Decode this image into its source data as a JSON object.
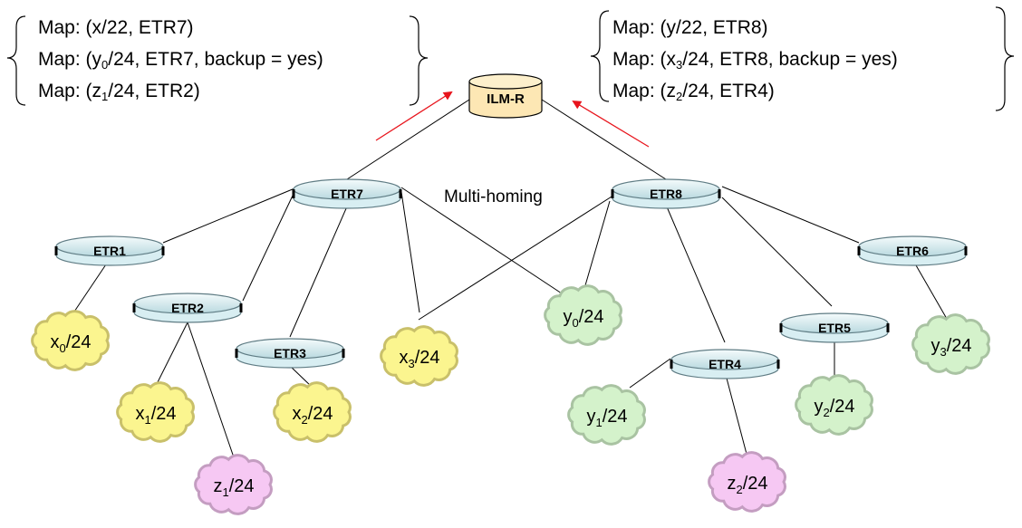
{
  "resolver": {
    "label": "ILM-R"
  },
  "annotation": "Multi-homing",
  "map_left": [
    {
      "pre": "Map: (x",
      "sub": "",
      "post": "/22, ETR7)"
    },
    {
      "pre": "Map: (y",
      "sub": "0",
      "post": "/24, ETR7, backup = yes)"
    },
    {
      "pre": "Map: (z",
      "sub": "1",
      "post": "/24, ETR2)"
    }
  ],
  "map_right": [
    {
      "pre": "Map: (y",
      "sub": "",
      "post": "/22, ETR8)"
    },
    {
      "pre": "Map: (x",
      "sub": "3",
      "post": "/24, ETR8, backup = yes)"
    },
    {
      "pre": "Map: (z",
      "sub": "2",
      "post": "/24, ETR4)"
    }
  ],
  "routers": [
    "ETR1",
    "ETR2",
    "ETR3",
    "ETR4",
    "ETR5",
    "ETR6",
    "ETR7",
    "ETR8"
  ],
  "prefixes": [
    {
      "base": "x",
      "sub": "0",
      "suffix": "/24",
      "color": "yellow"
    },
    {
      "base": "x",
      "sub": "1",
      "suffix": "/24",
      "color": "yellow"
    },
    {
      "base": "x",
      "sub": "2",
      "suffix": "/24",
      "color": "yellow"
    },
    {
      "base": "x",
      "sub": "3",
      "suffix": "/24",
      "color": "yellow"
    },
    {
      "base": "y",
      "sub": "0",
      "suffix": "/24",
      "color": "green"
    },
    {
      "base": "y",
      "sub": "1",
      "suffix": "/24",
      "color": "green"
    },
    {
      "base": "y",
      "sub": "2",
      "suffix": "/24",
      "color": "green"
    },
    {
      "base": "y",
      "sub": "3",
      "suffix": "/24",
      "color": "green"
    },
    {
      "base": "z",
      "sub": "1",
      "suffix": "/24",
      "color": "pink"
    },
    {
      "base": "z",
      "sub": "2",
      "suffix": "/24",
      "color": "pink"
    }
  ],
  "colors": {
    "yellow_fill": "#fbf58f",
    "yellow_stroke": "#c9c06a",
    "green_fill": "#d4f2cb",
    "green_stroke": "#a9c3a2",
    "pink_fill": "#f6c8f3",
    "pink_stroke": "#c49dc1",
    "router_fill": "#d8eef2",
    "router_stroke": "#5f7c84",
    "resolver_fill": "#fde7b4",
    "arrow": "#e8141c"
  }
}
